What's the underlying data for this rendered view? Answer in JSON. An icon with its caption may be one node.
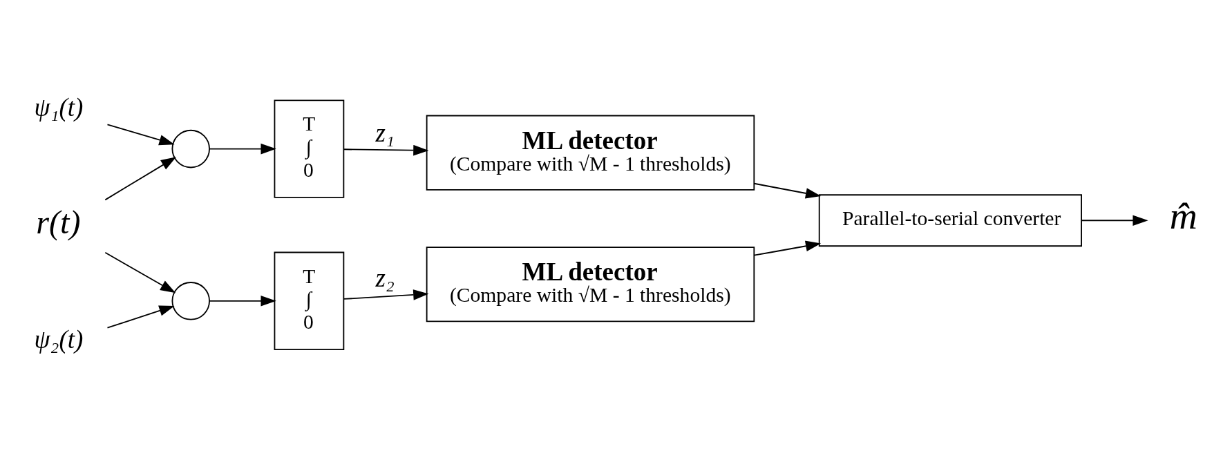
{
  "diagram": {
    "nodes": [
      {
        "text": [
          "ψ₁(t)"
        ]
      },
      {
        "text": [
          "r(t)"
        ]
      },
      {
        "text": [],
        "shape": "circle"
      },
      {
        "text": [
          "T",
          "∫",
          "0"
        ]
      },
      {
        "text": [
          "ML detector",
          "(Compare with √M - 1 thresholds)"
        ]
      },
      {
        "text": [
          "Parallel-to-serial converter"
        ]
      },
      {
        "text": [
          "m̂"
        ]
      },
      {
        "text": [
          "ψ₂(t)"
        ]
      },
      {
        "text": [],
        "shape": "circle"
      },
      {
        "text": [
          "T",
          "∫",
          "0"
        ]
      },
      {
        "text": [
          "ML detector",
          "(Compare with √M - 1 thresholds)"
        ]
      }
    ],
    "edges": [
      {
        "from": 0,
        "to": 2,
        "arrow": "to"
      },
      {
        "from": 1,
        "to": 2,
        "arrow": "to"
      },
      {
        "from": 2,
        "to": 3,
        "arrow": "to"
      },
      {
        "from": 3,
        "to": 4,
        "arrow": "to",
        "label": "z₁"
      },
      {
        "from": 4,
        "to": 5,
        "arrow": "to"
      },
      {
        "from": 1,
        "to": 8,
        "arrow": "to"
      },
      {
        "from": 7,
        "to": 8,
        "arrow": "to"
      },
      {
        "from": 8,
        "to": 9,
        "arrow": "to"
      },
      {
        "from": 9,
        "to": 10,
        "arrow": "to",
        "label": "z₂"
      },
      {
        "from": 10,
        "to": 5,
        "arrow": "to"
      },
      {
        "from": 5,
        "to": 6,
        "arrow": "to"
      }
    ]
  }
}
